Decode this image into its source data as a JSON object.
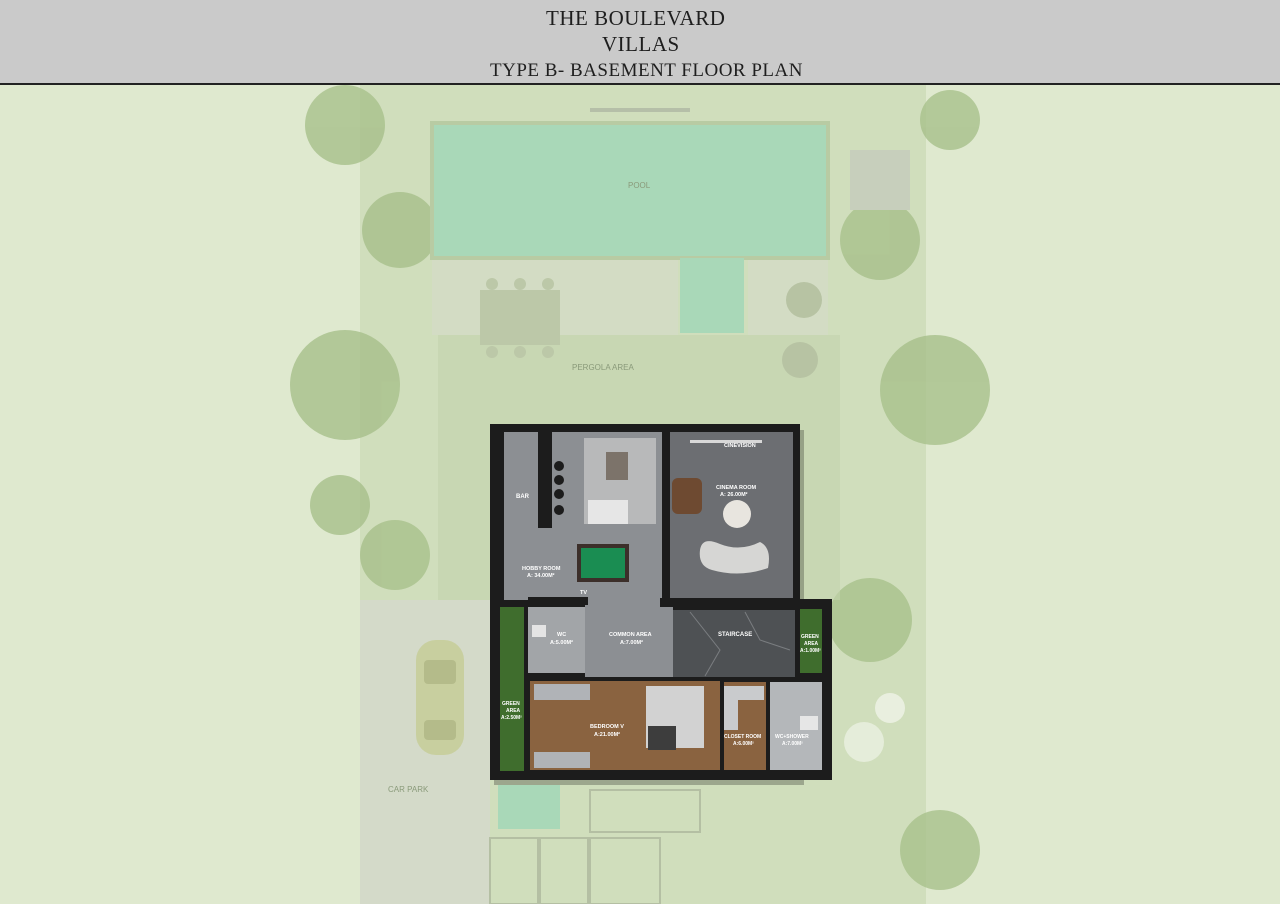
{
  "header": {
    "title_line1": "THE BOULEVARD",
    "title_line2": "VILLAS",
    "subtitle": "TYPE B- BASEMENT FLOOR PLAN"
  },
  "site_labels": {
    "pool": "POOL",
    "pergola": "PERGOLA AREA",
    "car_park": "CAR PARK"
  },
  "rooms": {
    "bar": "BAR",
    "hobby_name": "HOBBY ROOM",
    "hobby_area": "A: 34.00M²",
    "tv": "TV",
    "cinevision": "CINEVISION",
    "cinema_name": "CINEMA ROOM",
    "cinema_area": "A: 26.00M²",
    "wc_name": "WC",
    "wc_area": "A:5.00M²",
    "common_name": "COMMON AREA",
    "common_area": "A:7.00M²",
    "staircase": "STAIRCASE",
    "green_right_name1": "GREEN",
    "green_right_name2": "AREA",
    "green_right_area": "A:1.00M²",
    "green_left_name1": "GREEN",
    "green_left_name2": "AREA",
    "green_left_area": "A:2.50M²",
    "bedroom_name": "BEDROOM V",
    "bedroom_area": "A:21.00M²",
    "closet_name": "CLOSET ROOM",
    "closet_area": "A:6.00M²",
    "wcshower_name": "WC+SHOWER",
    "wcshower_area": "A:7.00M²"
  },
  "colors": {
    "background": "#dfe9cf",
    "header": "#cacaca",
    "wall": "#1c1c1c",
    "floor_grey": "#8c8f93",
    "cinema_floor": "#6c6e72",
    "wood_floor": "#8a6340",
    "marble": "#4e5154",
    "pool": "#a9d8b8",
    "green": "#3f6d2d"
  }
}
